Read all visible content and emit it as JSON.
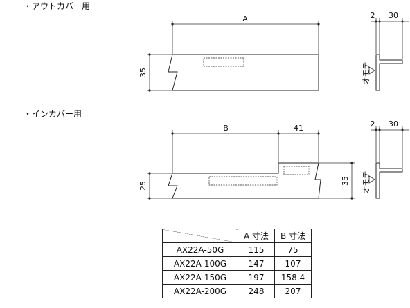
{
  "sections": {
    "outer": {
      "title": "・アウトカバー用"
    },
    "inner": {
      "title": "・インカバー用"
    }
  },
  "outer_dims": {
    "length": "A",
    "height": "35",
    "thickness": "2",
    "flange": "30",
    "face_label": "オモテ"
  },
  "inner_dims": {
    "length": "B",
    "step": "41",
    "height_left": "25",
    "height_right": "35",
    "thickness": "2",
    "flange": "30",
    "face_label": "オモテ"
  },
  "table": {
    "headers": [
      "A 寸法",
      "B 寸法"
    ],
    "rows": [
      {
        "model": "AX22A-50G",
        "a": "115",
        "b": "75"
      },
      {
        "model": "AX22A-100G",
        "a": "147",
        "b": "107"
      },
      {
        "model": "AX22A-150G",
        "a": "197",
        "b": "158.4"
      },
      {
        "model": "AX22A-200G",
        "a": "248",
        "b": "207"
      }
    ]
  },
  "colors": {
    "line": "#222222",
    "background": "#ffffff"
  }
}
